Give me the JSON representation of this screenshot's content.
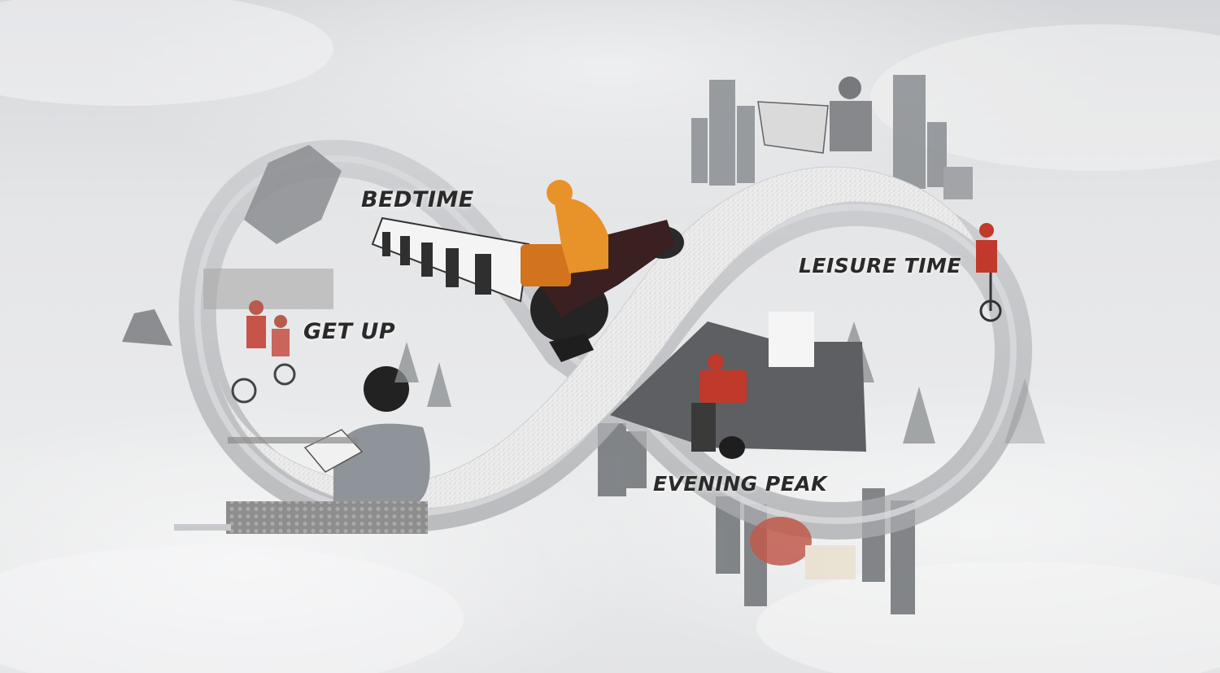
{
  "labels": {
    "bedtime": "BEDTIME",
    "get_up": "GET UP",
    "leisure_time": "LEISURE TIME",
    "evening_peak": "EVENING PEAK"
  },
  "colors": {
    "background": "#e6e7e9",
    "track": "#b9bbbe",
    "road_texture": "#f2f2f2",
    "courier_orange": "#e8922a",
    "courier_red": "#c0392b",
    "label_text": "#2a2a2a"
  },
  "icons": [
    "city-skyline-icon",
    "delivery-rider-icon",
    "tree-icon",
    "motorcycle-icon"
  ]
}
